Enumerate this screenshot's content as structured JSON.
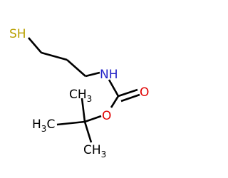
{
  "diagram": {
    "atom_labels": {
      "thiol": "SH",
      "amine": "NH",
      "ester_oxygen": "O",
      "carbonyl_oxygen": "O",
      "methyl_left_main": "H",
      "methyl_left_sub": "3",
      "methyl_left_tail": "C",
      "methyl_right_main": "CH",
      "methyl_right_sub": "3",
      "methyl_bottom_main": "CH",
      "methyl_bottom_sub": "3"
    },
    "colors": {
      "bond": "#000000",
      "sulfur": "#b8a000",
      "nitrogen": "#2323c8",
      "oxygen": "#e00000",
      "carbon_hydrogen": "#000000"
    }
  }
}
